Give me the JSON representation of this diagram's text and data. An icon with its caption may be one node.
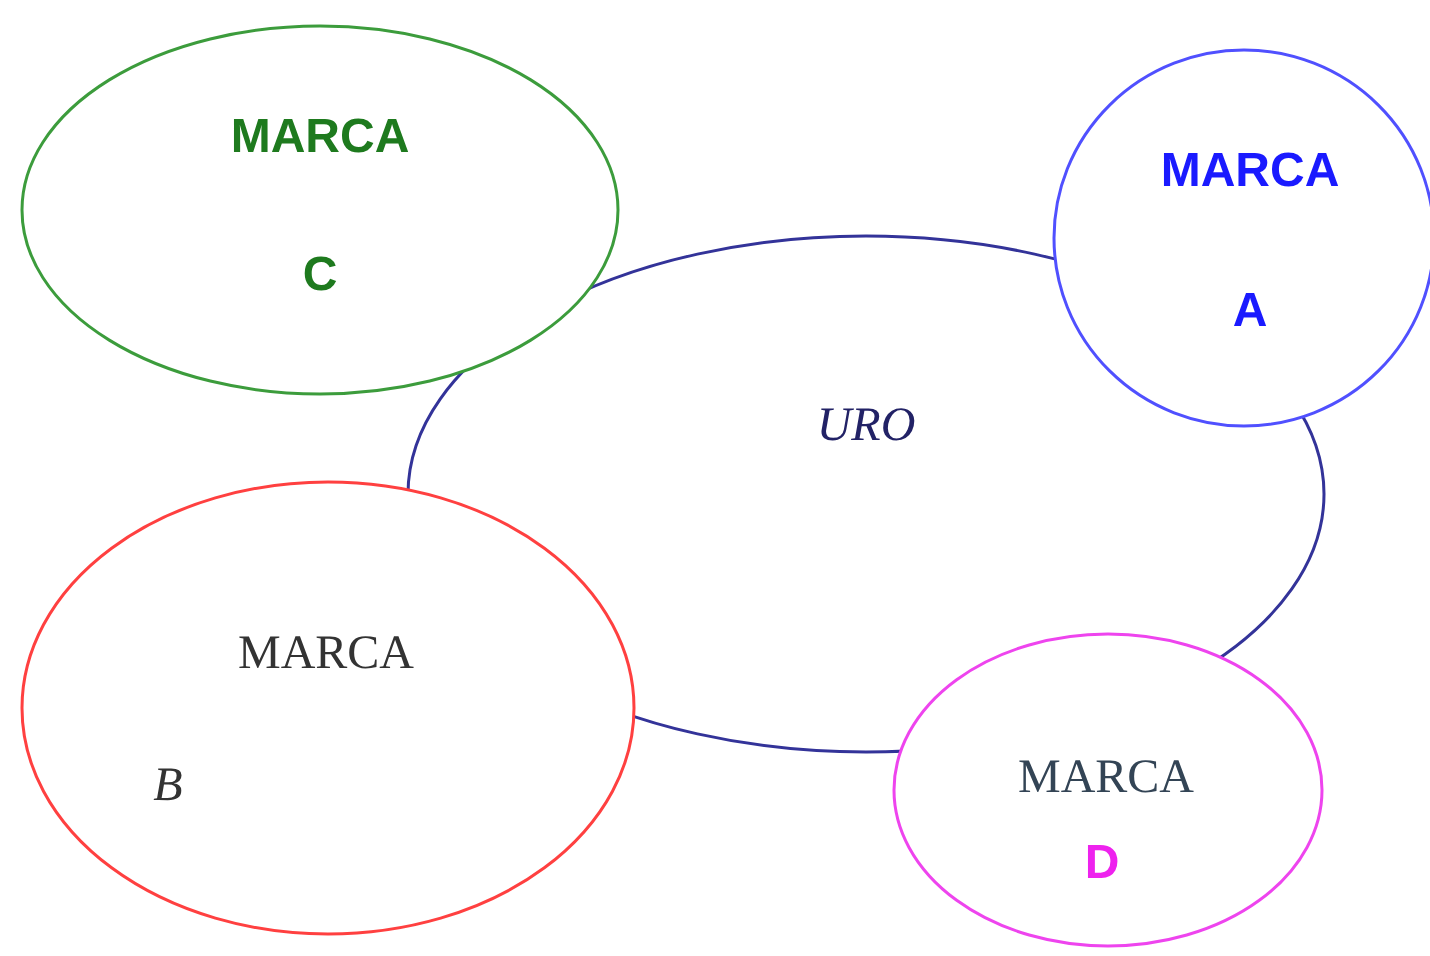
{
  "diagram": {
    "nodes": [
      {
        "text": [
          "MARCA",
          "C"
        ]
      },
      {
        "text": [
          "MARCA",
          "A"
        ]
      },
      {
        "text": [
          "URO"
        ]
      },
      {
        "text": [
          "MARCA",
          "B"
        ]
      },
      {
        "text": [
          "MARCA",
          "D"
        ]
      }
    ]
  }
}
